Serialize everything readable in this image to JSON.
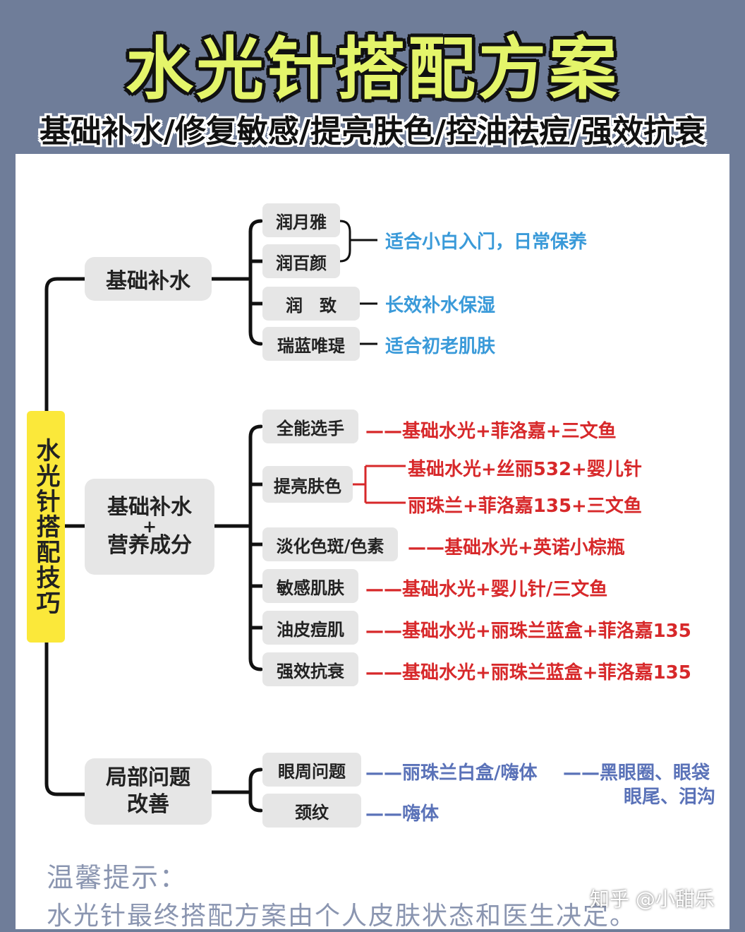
{
  "header": {
    "title": "水光针搭配方案",
    "subtitle": "基础补水/修复敏感/提亮肤色/控油祛痘/强效抗衰"
  },
  "root": {
    "label": "水光针搭配技巧"
  },
  "branches": [
    {
      "label": "基础补水",
      "leaves": [
        {
          "label": "润月雅"
        },
        {
          "label": "润百颜"
        },
        {
          "label": "润　致"
        },
        {
          "label": "瑞蓝唯瑅"
        }
      ],
      "notes": [
        "适合小白入门，日常保养",
        "长效补水保湿",
        "适合初老肌肤"
      ]
    },
    {
      "label": "基础补水\n+\n营养成分",
      "leaves": [
        {
          "label": "全能选手",
          "note": "——基础水光+菲洛嘉+三文鱼"
        },
        {
          "label": "提亮肤色",
          "notes": [
            "基础水光+丝丽532+婴儿针",
            "丽珠兰+菲洛嘉135+三文鱼"
          ]
        },
        {
          "label": "淡化色斑/色素",
          "note": "——基础水光+英诺小棕瓶"
        },
        {
          "label": "敏感肌肤",
          "note": "——基础水光+婴儿针/三文鱼"
        },
        {
          "label": "油皮痘肌",
          "note": "——基础水光+丽珠兰蓝盒+菲洛嘉135"
        },
        {
          "label": "强效抗衰",
          "note": "——基础水光+丽珠兰蓝盒+菲洛嘉135"
        }
      ]
    },
    {
      "label": "局部问题\n改善",
      "leaves": [
        {
          "label": "眼周问题",
          "note": "——丽珠兰白盒/嗨体",
          "extra": [
            "——黑眼圈、眼袋",
            "眼尾、泪沟"
          ]
        },
        {
          "label": "颈纹",
          "note": "——嗨体"
        }
      ]
    }
  ],
  "tip": {
    "label": "温馨提示：",
    "text": "水光针最终搭配方案由个人皮肤状态和医生决定。"
  },
  "watermark": "知乎 @小甜乐",
  "colors": {
    "background": "#6f7d99",
    "root": "#fbe83a",
    "node": "#e6e6e6",
    "blue_note": "#3a9ad9",
    "red_note": "#d7282a",
    "navy_note": "#5a72b8"
  }
}
